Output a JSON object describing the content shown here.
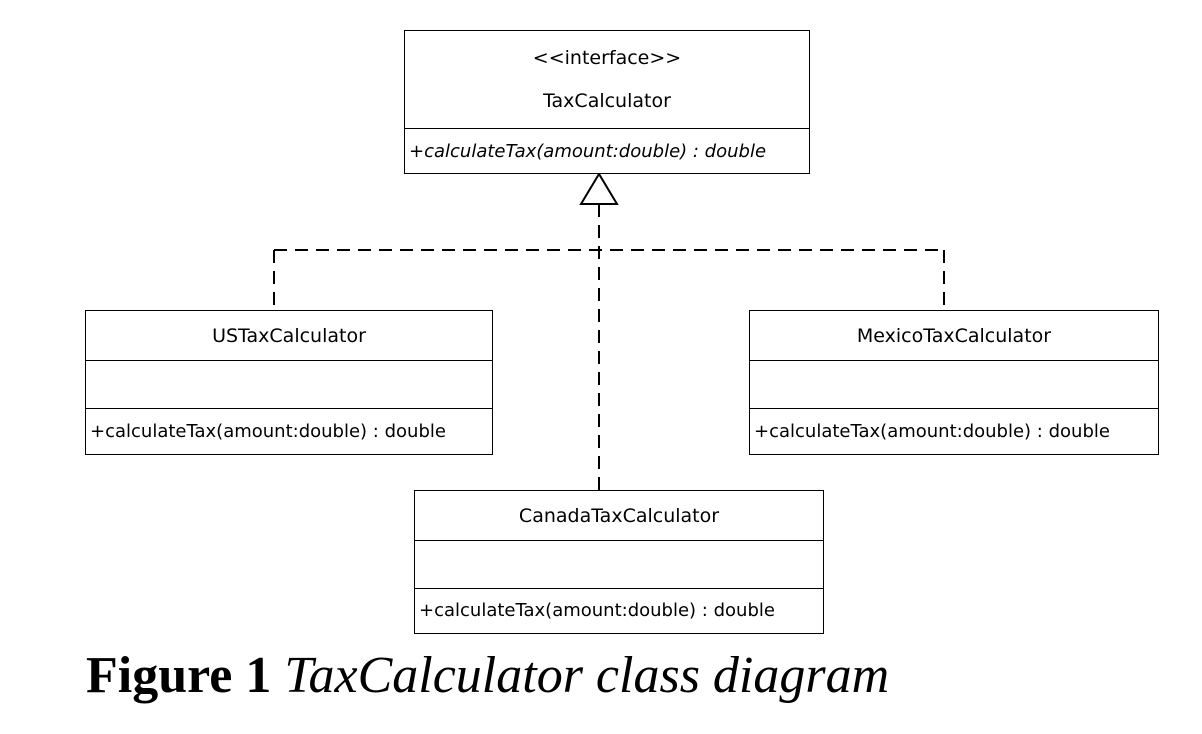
{
  "diagram": {
    "interface": {
      "stereotype": "<<interface>>",
      "name": "TaxCalculator",
      "method": "+calculateTax(amount:double) : double"
    },
    "classes": [
      {
        "id": "us",
        "name": "USTaxCalculator",
        "method": "+calculateTax(amount:double) : double"
      },
      {
        "id": "mexico",
        "name": "MexicoTaxCalculator",
        "method": "+calculateTax(amount:double) : double"
      },
      {
        "id": "canada",
        "name": "CanadaTaxCalculator",
        "method": "+calculateTax(amount:double) : double"
      }
    ],
    "relationships": [
      {
        "from": "USTaxCalculator",
        "to": "TaxCalculator",
        "type": "realization"
      },
      {
        "from": "MexicoTaxCalculator",
        "to": "TaxCalculator",
        "type": "realization"
      },
      {
        "from": "CanadaTaxCalculator",
        "to": "TaxCalculator",
        "type": "realization"
      }
    ]
  },
  "caption": {
    "number": "Figure 1",
    "text": "TaxCalculator class diagram"
  }
}
